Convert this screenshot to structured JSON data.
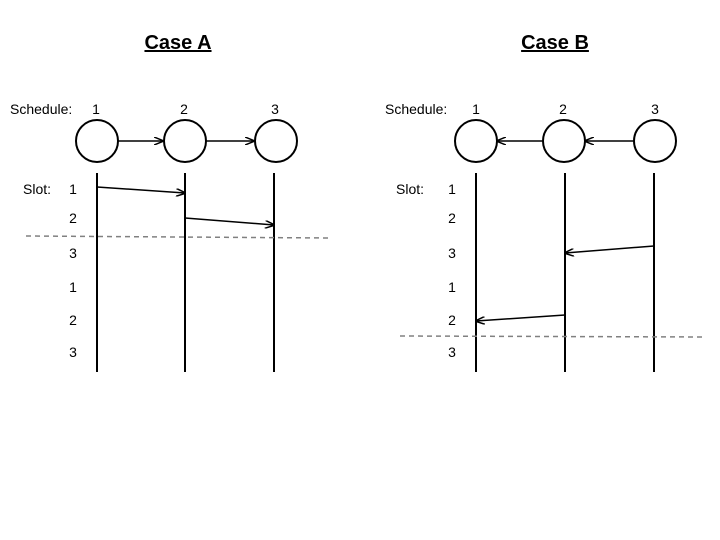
{
  "case_a": {
    "title": "Case A",
    "schedule_label": "Schedule:",
    "slot_label": "Slot:",
    "schedule_numbers": [
      "1",
      "2",
      "3"
    ],
    "slot_numbers": [
      "1",
      "2",
      "3",
      "1",
      "2",
      "3"
    ]
  },
  "case_b": {
    "title": "Case B",
    "schedule_label": "Schedule:",
    "slot_label": "Slot:",
    "schedule_numbers": [
      "1",
      "2",
      "3"
    ],
    "slot_numbers": [
      "1",
      "2",
      "3",
      "1",
      "2",
      "3"
    ]
  },
  "colors": {
    "line": "#000000",
    "boundary": "#808080"
  }
}
